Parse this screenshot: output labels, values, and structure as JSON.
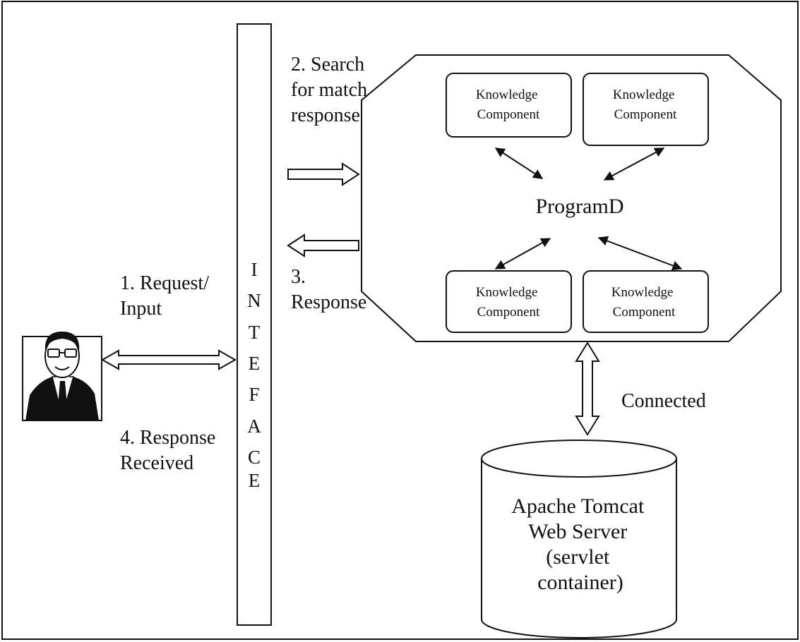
{
  "step1": [
    "1. Request/",
    "Input"
  ],
  "step2": [
    "2. Search",
    "for match",
    "response"
  ],
  "step3": [
    "3.",
    "Response"
  ],
  "step4": [
    "4. Response",
    "Received"
  ],
  "interface_letters": [
    "I",
    "N",
    "T",
    "E",
    "F",
    "A",
    "C",
    "E"
  ],
  "engine_label": "ProgramD",
  "knowledge_components": [
    [
      "Knowledge",
      "Component"
    ],
    [
      "Knowledge",
      "Component"
    ],
    [
      "Knowledge",
      "Component"
    ],
    [
      "Knowledge",
      "Component"
    ]
  ],
  "connection_label": "Connected",
  "server_label": [
    "Apache Tomcat",
    "Web Server",
    "(servlet",
    "container)"
  ]
}
